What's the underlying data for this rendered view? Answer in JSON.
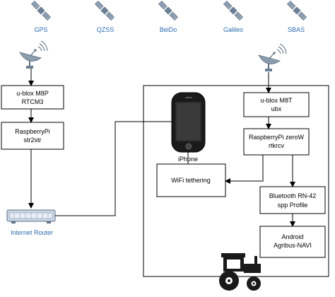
{
  "satellites": [
    {
      "label": "GPS"
    },
    {
      "label": "QZSS"
    },
    {
      "label": "BeiDo"
    },
    {
      "label": "Galileo"
    },
    {
      "label": "SBAS"
    }
  ],
  "base": {
    "receiver_line1": "u-blox M8P",
    "receiver_line2": "RTCM3",
    "pi_line1": "RaspberryPi",
    "pi_line2": "str2str",
    "router_label": "Internet Router"
  },
  "rover": {
    "receiver_line1": "u-blox M8T",
    "receiver_line2": "ubx",
    "pi_line1": "RaspberryPi zeroW",
    "pi_line2": "rtkrcv",
    "phone_label": "iPhone",
    "wifi_label": "WiFi tethering",
    "bt_line1": "Bluetooth RN-42",
    "bt_line2": "spp Profile",
    "android_line1": "Android",
    "android_line2": "Agribus-NAVI"
  },
  "colors": {
    "label_blue": "#2b6cb0",
    "line": "#000000",
    "phone_body": "#1a1a1a",
    "router_body": "#c9d6e6"
  },
  "icons": [
    "satellite-icon",
    "satellite-dish-icon",
    "iphone-icon",
    "internet-router-icon",
    "tractor-icon"
  ]
}
